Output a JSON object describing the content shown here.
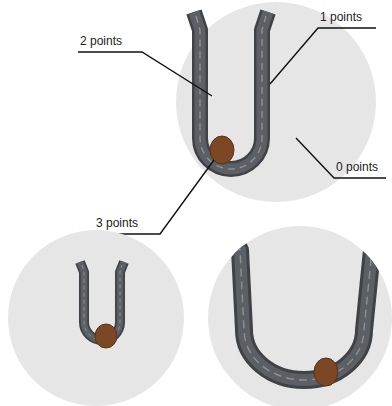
{
  "diagram": {
    "labels": [
      "2 points",
      "1 points",
      "0 points",
      "3 points"
    ]
  }
}
